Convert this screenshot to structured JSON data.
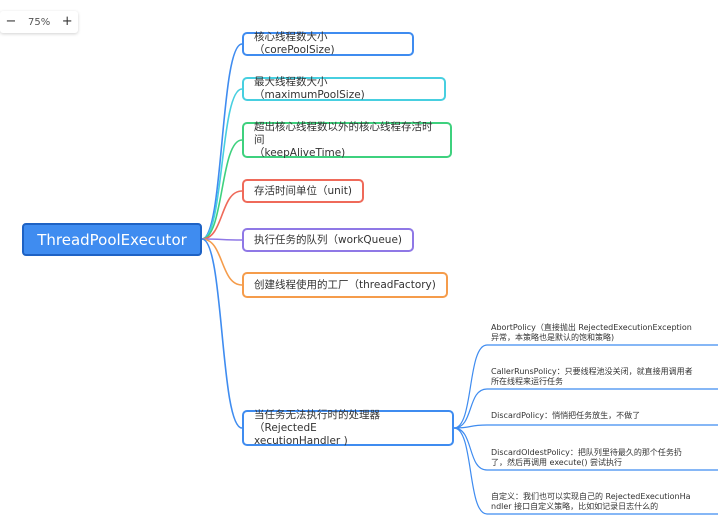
{
  "zoom": {
    "minus": "−",
    "value": "75%",
    "plus": "+"
  },
  "root": {
    "label": "ThreadPoolExecutor",
    "color": "#3f8cf0"
  },
  "branches": [
    {
      "label": "核心线程数大小（corePoolSize)",
      "color": "#3f8cf0"
    },
    {
      "label": "最大线程数大小（maximumPoolSize)",
      "color": "#47cfe0"
    },
    {
      "label": "超出核心线程数以外的核心线程存活时间\n（keepAliveTime)",
      "color": "#3ed17e"
    },
    {
      "label": "存活时间单位（unit)",
      "color": "#ef6a5a"
    },
    {
      "label": "执行任务的队列（workQueue)",
      "color": "#8f78e6"
    },
    {
      "label": "创建线程使用的工厂（threadFactory)",
      "color": "#f59c4b"
    },
    {
      "label": "当任务无法执行时的处理器（RejectedE\nxecutionHandler )",
      "color": "#3f8cf0"
    }
  ],
  "policies": [
    {
      "label": "AbortPolicy（直接抛出 RejectedExecutionException\n异常，本策略也是默认的饱和策略)"
    },
    {
      "label": "CallerRunsPolicy：只要线程池没关闭，就直接用调用者\n所在线程来运行任务"
    },
    {
      "label": "DiscardPolicy：悄悄把任务放生，不做了"
    },
    {
      "label": "DiscardOldestPolicy：把队列里待最久的那个任务扔\n了，然后再调用 execute() 尝试执行"
    },
    {
      "label": "自定义：我们也可以实现自己的 RejectedExecutionHa\nndler 接口自定义策略，比如如记录日志什么的"
    }
  ]
}
